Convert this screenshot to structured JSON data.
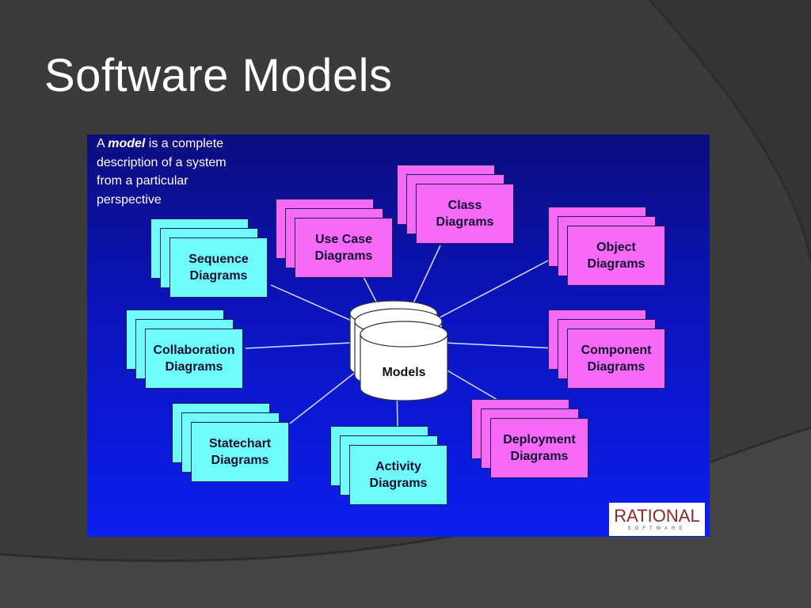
{
  "slide": {
    "title": "Software Models",
    "colors": {
      "background": "#3a3a3a",
      "panel_top": "#0c0d7e",
      "panel_bottom": "#0b1ff0",
      "cyan_card": "#6ffbfb",
      "magenta_card": "#f76af7",
      "connector": "#dcdcff"
    }
  },
  "intro": {
    "prefix": "A ",
    "emphasis": "model",
    "rest": " is a complete description of a system from a particular perspective"
  },
  "center": {
    "label": "Models"
  },
  "diagram_types": [
    {
      "label": "Use Case\nDiagrams",
      "color": "magenta"
    },
    {
      "label": "Class\nDiagrams",
      "color": "magenta"
    },
    {
      "label": "Object\nDiagrams",
      "color": "magenta"
    },
    {
      "label": "Component\nDiagrams",
      "color": "magenta"
    },
    {
      "label": "Deployment\nDiagrams",
      "color": "magenta"
    },
    {
      "label": "Sequence\nDiagrams",
      "color": "cyan"
    },
    {
      "label": "Collaboration\nDiagrams",
      "color": "cyan"
    },
    {
      "label": "Statechart\nDiagrams",
      "color": "cyan"
    },
    {
      "label": "Activity\nDiagrams",
      "color": "cyan"
    }
  ],
  "logo": {
    "word": "RATIONAL",
    "sub": "SOFTWARE"
  }
}
